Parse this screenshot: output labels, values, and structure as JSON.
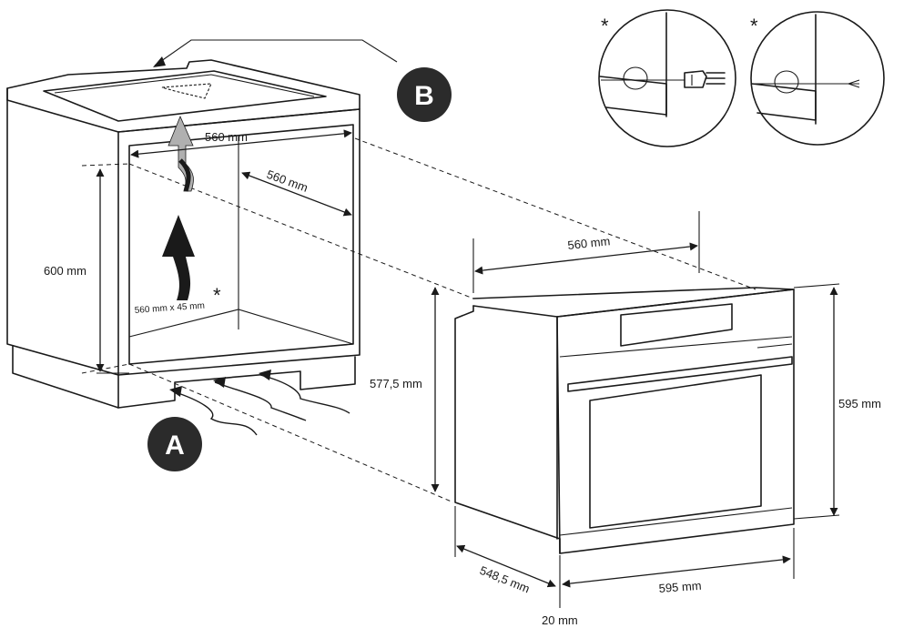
{
  "diagram": {
    "markers": {
      "a": "A",
      "b": "B"
    },
    "asterisk": "*",
    "cabinet": {
      "top_width": "560 mm",
      "depth": "560 mm",
      "height": "600 mm",
      "vent_opening": "560 mm x 45 mm"
    },
    "oven": {
      "top_width": "560 mm",
      "body_height": "577,5 mm",
      "front_height": "595 mm",
      "front_width": "595 mm",
      "depth": "548,5 mm",
      "door_offset": "20 mm"
    },
    "colors": {
      "line": "#1a1a1a",
      "badge": "#2b2b2b",
      "arrow_light": "#b0b0b0"
    },
    "icons": [
      "air-flow-arrow-icon",
      "plug-icon",
      "cable-icon"
    ]
  }
}
